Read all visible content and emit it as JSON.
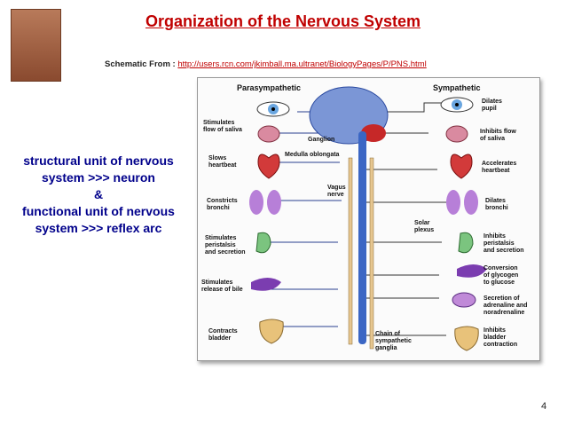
{
  "slide": {
    "title": "Organization of the Nervous System",
    "subtitle_label": "Schematic From : ",
    "subtitle_url": "http://users.rcn.com/jkimball.ma.ultranet/BiologyPages/P/PNS.html",
    "left_text": [
      "structural unit of nervous",
      "system >>> neuron",
      "&",
      "functional unit of nervous",
      "system >>> reflex arc"
    ],
    "page_number": "4"
  },
  "diagram": {
    "heading_left": "Parasympathetic",
    "heading_right": "Sympathetic",
    "left_labels": [
      [
        "Stimulates",
        "flow of saliva"
      ],
      [
        "Slows",
        "heartbeat"
      ],
      [
        "Constricts",
        "bronchi"
      ],
      [
        "Stimulates",
        "peristalsis",
        "and secretion"
      ],
      [
        "Stimulates",
        "release of bile"
      ],
      [
        "Contracts",
        "bladder"
      ]
    ],
    "right_labels": [
      [
        "Dilates",
        "pupil"
      ],
      [
        "Inhibits flow",
        "of saliva"
      ],
      [
        "Accelerates",
        "heartbeat"
      ],
      [
        "Dilates",
        "bronchi"
      ],
      [
        "Inhibits",
        "peristalsis",
        "and secretion"
      ],
      [
        "Conversion",
        "of glycogen",
        "to glucose"
      ],
      [
        "Secretion of",
        "adrenaline and",
        "noradrenaline"
      ],
      [
        "Inhibits",
        "bladder",
        "contraction"
      ]
    ],
    "center_labels": {
      "ganglion": "Ganglion",
      "medulla": "Medulla oblongata",
      "vagus": [
        "Vagus",
        "nerve"
      ],
      "solar": [
        "Solar",
        "plexus"
      ],
      "chain": [
        "Chain of",
        "sympathetic",
        "ganglia"
      ]
    },
    "colors": {
      "brain": "#7b96d6",
      "cord": "#3b66c4",
      "nerve_left": "#2a3f8f",
      "nerve_right": "#333333",
      "organ_red": "#d23a3a",
      "lung": "#b77fd8"
    }
  }
}
